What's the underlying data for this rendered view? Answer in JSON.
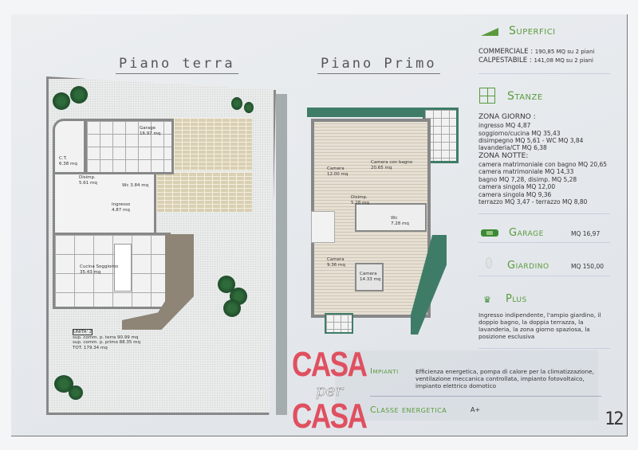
{
  "ground_floor": {
    "title": "Piano terra",
    "rooms": [
      {
        "name": "Garage",
        "area": "16.97 mq"
      },
      {
        "name": "C.T.",
        "area": "6.38 mq"
      },
      {
        "name": "Disimp.",
        "area": "5.61 mq"
      },
      {
        "name": "Wc",
        "area": "3.84 mq"
      },
      {
        "name": "Ingresso",
        "area": "4.87 mq"
      },
      {
        "name": "Cucina Soggiorno",
        "area": "35.43 mq"
      }
    ],
    "unit_box": {
      "label": "UNITA' 2",
      "lines": [
        "sup. comm. p. terra   90.99 mq",
        "sup. comm. p. primo   88.35 mq",
        "TOT.  179.34 mq"
      ]
    }
  },
  "first_floor": {
    "title": "Piano Primo",
    "rooms": [
      {
        "name": "Camera",
        "area": "12.00 mq"
      },
      {
        "name": "Camera con bagno",
        "area": "20.65 mq"
      },
      {
        "name": "Disimp.",
        "area": "5.28 mq"
      },
      {
        "name": "Wc",
        "area": "7.28 mq"
      },
      {
        "name": "Camera",
        "area": "9.36 mq"
      },
      {
        "name": "Camera",
        "area": "14.33 mq"
      }
    ]
  },
  "sidebar": {
    "superfici": {
      "title": "Superfici",
      "icon": "set-square-icon",
      "commerciale": "COMMERCIALE : ",
      "commerciale_value": "190,85 MQ su 2 piani",
      "calpestabile": "CALPESTABILE : ",
      "calpestabile_value": "141,08 MQ su 2 piani"
    },
    "stanze": {
      "title": "Stanze",
      "icon": "floorplan-icon",
      "zona_giorno": "ZONA GIORNO :",
      "giorno_items": [
        "ingresso  MQ 4,87",
        "soggiorno/cucina   MQ 35,43",
        "disimpegno    MQ  5,61 - WC MQ 3,84",
        "lavanderia/CT   MQ  6,38"
      ],
      "zona_notte": "ZONA NOTTE:",
      "notte_items": [
        "camera matrimoniale con bagno   MQ 20,65",
        "camera matrimoniale   MQ 14,33",
        "bagno   MQ 7,28, disimp. MQ 5,28",
        "camera singola MQ 12,00",
        "camera singola MQ 9,36",
        "terrazzo  MQ 3,47 - terrazzo  MQ 8,80"
      ]
    },
    "garage": {
      "title": "Garage",
      "icon": "car-icon",
      "value": "MQ 16,97"
    },
    "giardino": {
      "title": "Giardino",
      "icon": "leaf-icon",
      "value": "MQ 150,00"
    },
    "plus": {
      "title": "Plus",
      "icon": "crown-icon",
      "text": "Ingresso indipendente, l'ampio giardino, il doppio bagno, la doppia terrazza, la lavanderia, la zona giorno spaziosa, la posizione esclusiva"
    }
  },
  "impianti": {
    "title": "Impianti",
    "text": "Efficienza energetica, pompa di calore per la climatizzazione, ventilazione meccanica controllata, impianto fotovoltaico, impianto elettrico domotico"
  },
  "classe": {
    "title": "Classe energetica",
    "value": "A+"
  },
  "logo": {
    "line1": "CASA",
    "mid": "per",
    "line2": "CASA"
  },
  "page_number": "12",
  "colors": {
    "accent_green": "#5a9a3c",
    "logo_red": "#e05060",
    "terrace_green": "#3f7c68"
  }
}
